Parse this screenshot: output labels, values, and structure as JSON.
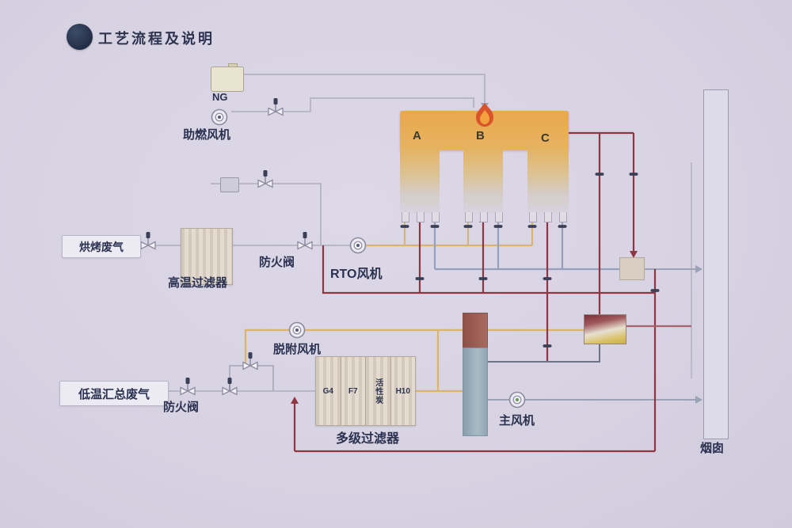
{
  "header": {
    "title": "工艺流程及说明"
  },
  "labels": {
    "ng": "NG",
    "combustion_fan": "助燃风机",
    "chamber_a": "A",
    "chamber_b": "B",
    "chamber_c": "C",
    "baking_gas": "烘烤废气",
    "high_temp_filter": "高温过滤器",
    "fire_damper_top": "防火阀",
    "rto_fan": "RTO风机",
    "desorption_fan": "脱附风机",
    "low_temp_gas": "低温汇总废气",
    "fire_damper_bottom": "防火阀",
    "multi_filter": "多级过滤器",
    "filter_stages": [
      "G4",
      "F7",
      "活性炭",
      "H10"
    ],
    "main_fan": "主风机",
    "chimney": "烟囱"
  },
  "colors": {
    "background": "#d7d3e3",
    "rto_orange": "#e9a84d",
    "pipe_yellow": "#d8b46e",
    "pipe_dark_red": "#8e3742",
    "pipe_blue_gray": "#94a0bc",
    "pipe_light_gray": "#b9b7c6",
    "tower_top": "#9c5a50",
    "tower_body": "#95aab6",
    "exchanger_hot": "#7e2f38",
    "exchanger_cold": "#d9c065",
    "text": "#2b3150",
    "title_bullet": "#2c3850"
  }
}
